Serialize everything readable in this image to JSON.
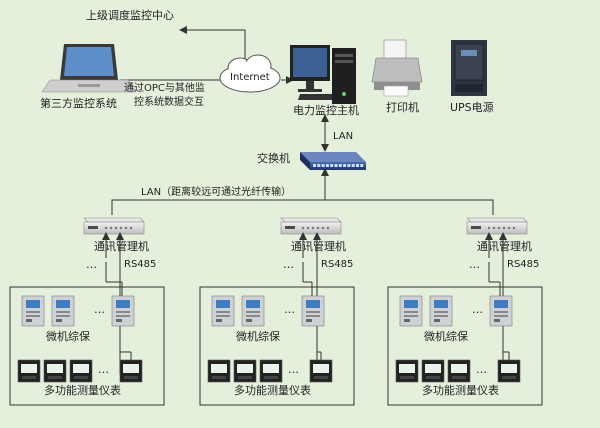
{
  "top_center": "上级调度监控中心",
  "internet": "Internet",
  "third_party": "第三方监控系统",
  "opc_note": [
    "通过OPC与其他监",
    "控系统数据交互"
  ],
  "host": "电力监控主机",
  "printer": "打印机",
  "ups": "UPS电源",
  "lan": "LAN",
  "switch": "交换机",
  "lan_fiber": "LAN（距离较远可通过光纤传输）",
  "groups": [
    {
      "manager": "通讯管理机",
      "dots": "…",
      "rs485": "RS485",
      "protect": "微机综保",
      "meter": "多功能测量仪表"
    },
    {
      "manager": "通讯管理机",
      "dots": "…",
      "rs485": "RS485",
      "protect": "微机综保",
      "meter": "多功能测量仪表"
    },
    {
      "manager": "通讯管理机",
      "dots": "…",
      "rs485": "RS485",
      "protect": "微机综保",
      "meter": "多功能测量仪表"
    }
  ],
  "colors": {
    "background": "#e4efdc",
    "line": "#333333",
    "switch": "#2b4a86",
    "device": "#d8d8d8"
  }
}
